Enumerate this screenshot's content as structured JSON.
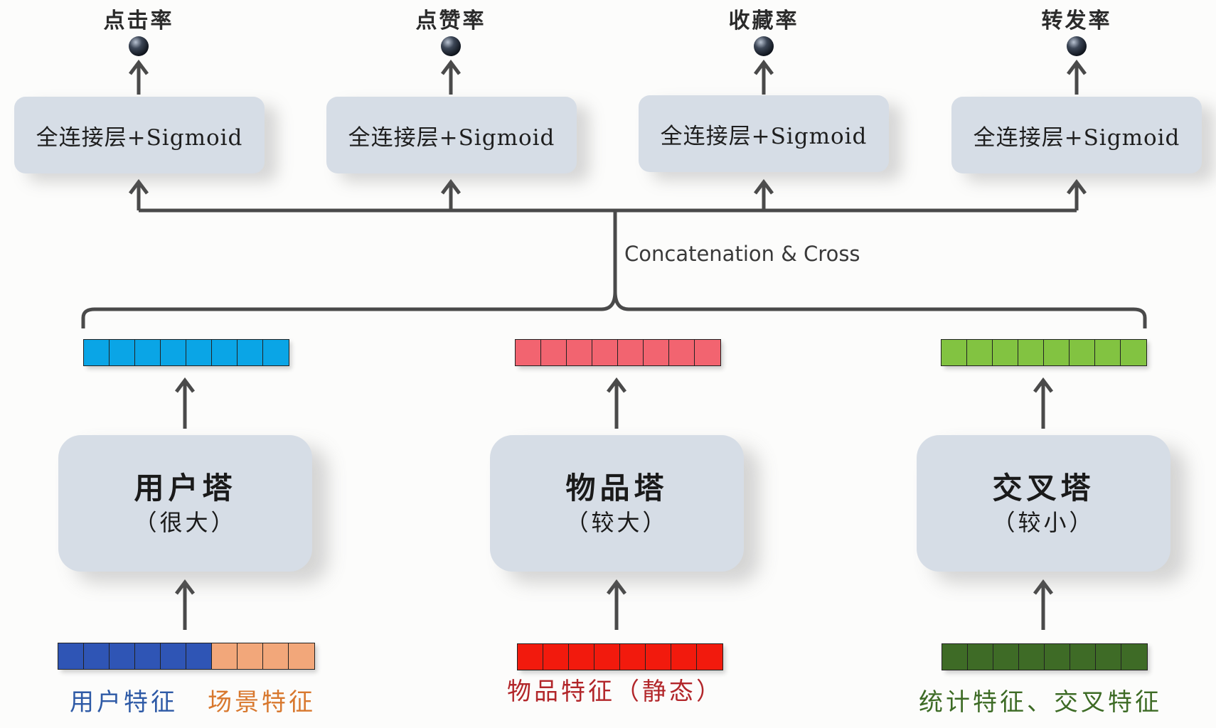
{
  "metrics": [
    "点击率",
    "点赞率",
    "收藏率",
    "转发率"
  ],
  "fc_layer_label": "全连接层+Sigmoid",
  "concat_label": "Concatenation & Cross",
  "towers": [
    {
      "title": "用户塔",
      "subtitle": "（很大）"
    },
    {
      "title": "物品塔",
      "subtitle": "（较大）"
    },
    {
      "title": "交叉塔",
      "subtitle": "（较小）"
    }
  ],
  "output_vectors": [
    {
      "color": "#0aa5e6",
      "cells": 8
    },
    {
      "color": "#f26470",
      "cells": 8
    },
    {
      "color": "#82c341",
      "cells": 8
    }
  ],
  "input_vectors": [
    {
      "segments": [
        {
          "color": "#2f55b5",
          "cells": 6
        },
        {
          "color": "#f2a77a",
          "cells": 4
        }
      ]
    },
    {
      "segments": [
        {
          "color": "#f21a0d",
          "cells": 8
        }
      ]
    },
    {
      "segments": [
        {
          "color": "#3e6b26",
          "cells": 8
        }
      ]
    }
  ],
  "features": {
    "user": {
      "text": "用户特征",
      "color": "#2e5aa6"
    },
    "scene": {
      "text": "场景特征",
      "color": "#d8782e"
    },
    "item": {
      "text": "物品特征（静态）",
      "color": "#b2262a"
    },
    "cross": {
      "text": "统计特征、交叉特征",
      "color": "#3d6b25"
    }
  },
  "colors": {
    "node": "#2a3442",
    "line": "#4a4a4a"
  }
}
